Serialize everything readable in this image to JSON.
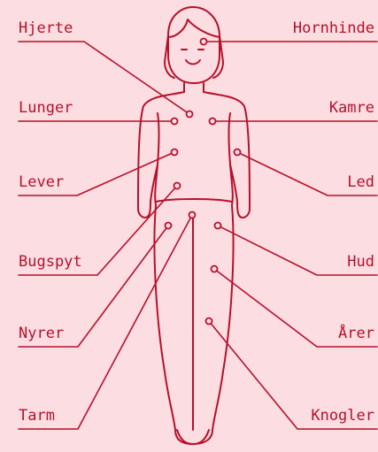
{
  "colors": {
    "background": "#fbdde2",
    "ink": "#b8102a"
  },
  "labels": {
    "left": [
      "Hjerte",
      "Lunger",
      "Lever",
      "Bugspyt",
      "Nyrer",
      "Tarm"
    ],
    "right": [
      "Hornhinde",
      "Kamre",
      "Led",
      "Hud",
      "Årer",
      "Knogler"
    ]
  }
}
